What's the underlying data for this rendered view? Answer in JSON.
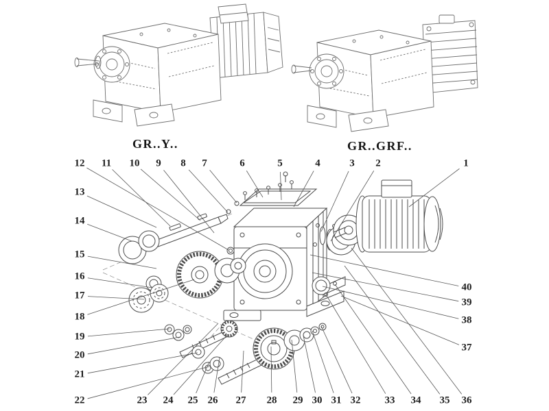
{
  "variants": [
    {
      "label": "GR..Y.."
    },
    {
      "label": "GR..GRF.."
    }
  ],
  "callouts": {
    "labels": [
      "1",
      "2",
      "3",
      "4",
      "5",
      "6",
      "7",
      "8",
      "9",
      "10",
      "11",
      "12",
      "13",
      "14",
      "15",
      "16",
      "17",
      "18",
      "19",
      "20",
      "21",
      "22",
      "23",
      "24",
      "25",
      "26",
      "27",
      "28",
      "29",
      "30",
      "31",
      "32",
      "33",
      "34",
      "35",
      "36",
      "37",
      "38",
      "39",
      "40"
    ]
  },
  "colors": {
    "drawing_line": "#4a4a4a",
    "illustration_line": "#6b6b6b",
    "leader_line": "#555555",
    "construction_line": "#8c8c8c",
    "text": "#1c1c1c",
    "background": "#ffffff"
  }
}
